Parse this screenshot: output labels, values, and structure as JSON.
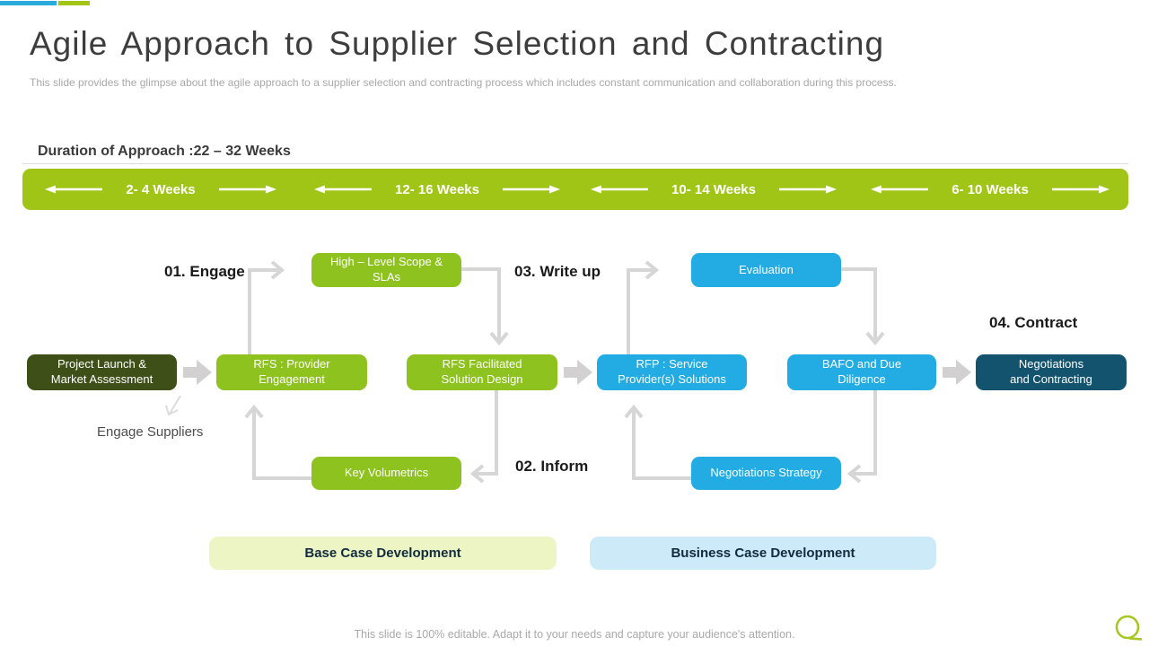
{
  "slide": {
    "title": "Agile Approach to Supplier Selection and Contracting",
    "subtitle": "This slide provides the glimpse about the agile approach to a supplier selection and contracting process which includes constant communication and collaboration during this process.",
    "footer": "This slide is 100% editable. Adapt it to your needs and capture your audience's attention."
  },
  "duration": {
    "heading": "Duration of Approach :22 – 32 Weeks",
    "segments": [
      {
        "label": "2- 4 Weeks"
      },
      {
        "label": "12- 16 Weeks"
      },
      {
        "label": "10- 14 Weeks"
      },
      {
        "label": "6- 10 Weeks"
      }
    ]
  },
  "flow": {
    "boxes": [
      {
        "id": "project-launch",
        "label": "Project Launch &\nMarket Assessment",
        "color": "#3e4f17"
      },
      {
        "id": "rfs-provider",
        "label": "RFS : Provider\nEngagement",
        "color": "#8dc21f"
      },
      {
        "id": "rfs-facilitated",
        "label": "RFS Facilitated\nSolution Design",
        "color": "#8dc21f"
      },
      {
        "id": "rfp-service",
        "label": "RFP : Service\nProvider(s) Solutions",
        "color": "#22ace3"
      },
      {
        "id": "bafo",
        "label": "BAFO and Due\nDiligence",
        "color": "#22ace3"
      },
      {
        "id": "negotiations-contracting",
        "label": "Negotiations\nand Contracting",
        "color": "#14536e"
      },
      {
        "id": "high-level-scope",
        "label": "High – Level Scope &\nSLAs",
        "color": "#8dc21f"
      },
      {
        "id": "evaluation",
        "label": "Evaluation",
        "color": "#22ace3"
      },
      {
        "id": "key-volumetrics",
        "label": "Key Volumetrics",
        "color": "#8dc21f"
      },
      {
        "id": "negotiations-strategy",
        "label": "Negotiations Strategy",
        "color": "#22ace3"
      }
    ],
    "steps": [
      {
        "label": "01. Engage"
      },
      {
        "label": "02. Inform"
      },
      {
        "label": "03. Write up"
      },
      {
        "label": "04. Contract"
      }
    ],
    "engage_suppliers": "Engage Suppliers"
  },
  "legend": {
    "base_case": "Base Case Development",
    "business_case": "Business Case Development"
  },
  "colors": {
    "accent_blue": "#29aadd",
    "accent_green": "#a2c516",
    "timeline_green": "#a0c516",
    "box_green": "#8dc21f",
    "box_blue": "#22ace3",
    "box_olive": "#3e4f17",
    "box_teal": "#14536e",
    "legend_base_bg": "#edf5c5",
    "legend_business_bg": "#cdeaf8",
    "connector_gray": "#d6d6d6",
    "title_gray": "#3d3d3d",
    "subtitle_gray": "#a8a8a8"
  }
}
